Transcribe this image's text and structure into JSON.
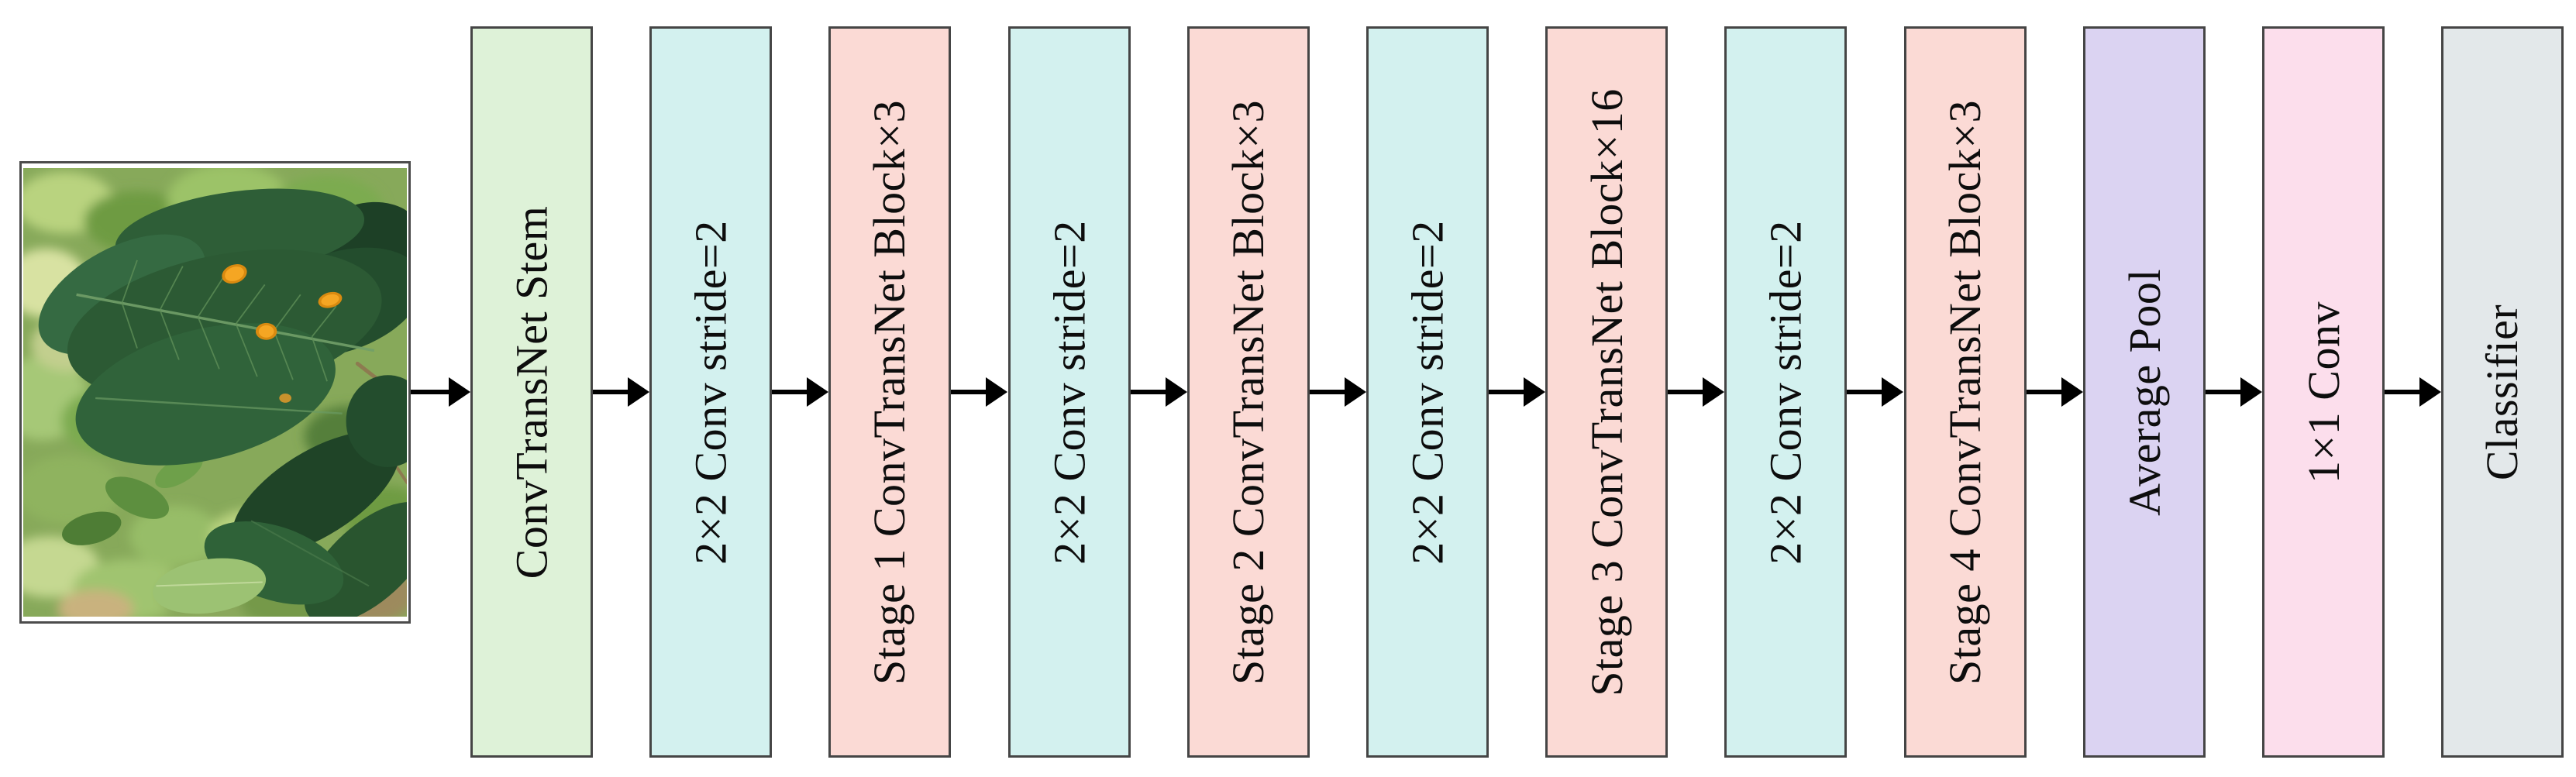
{
  "diagram": {
    "kind": "cnn-architecture-flow",
    "input": {
      "type": "photo",
      "content": "diseased plant leaf with orange rust spots among green foliage"
    },
    "colors": {
      "background": "#ffffff",
      "block_border": "#454545",
      "arrow": "#000000",
      "stem_green": "#def2d8",
      "downsample_cyan": "#d3f1ef",
      "stage_pink": "#fbdad5",
      "pool_lavender": "#dbd3f2",
      "conv1x1_rose": "#fcdeec",
      "classifier_gray": "#e3e8ea"
    },
    "blocks": [
      {
        "label": "ConvTransNet Stem",
        "color": "#def2d8"
      },
      {
        "label": "2×2 Conv stride=2",
        "color": "#d3f1ef"
      },
      {
        "label": "Stage 1 ConvTransNet Block×3",
        "color": "#fbdad5"
      },
      {
        "label": "2×2 Conv stride=2",
        "color": "#d3f1ef"
      },
      {
        "label": "Stage 2 ConvTransNet Block×3",
        "color": "#fbdad5"
      },
      {
        "label": "2×2 Conv stride=2",
        "color": "#d3f1ef"
      },
      {
        "label": "Stage 3 ConvTransNet Block×16",
        "color": "#fbdad5"
      },
      {
        "label": "2×2 Conv stride=2",
        "color": "#d3f1ef"
      },
      {
        "label": "Stage 4 ConvTransNet Block×3",
        "color": "#fbdad5"
      },
      {
        "label": "Average Pool",
        "color": "#dbd3f2"
      },
      {
        "label": "1×1 Conv",
        "color": "#fcdeec"
      },
      {
        "label": "Classifier",
        "color": "#e3e8ea"
      }
    ]
  }
}
